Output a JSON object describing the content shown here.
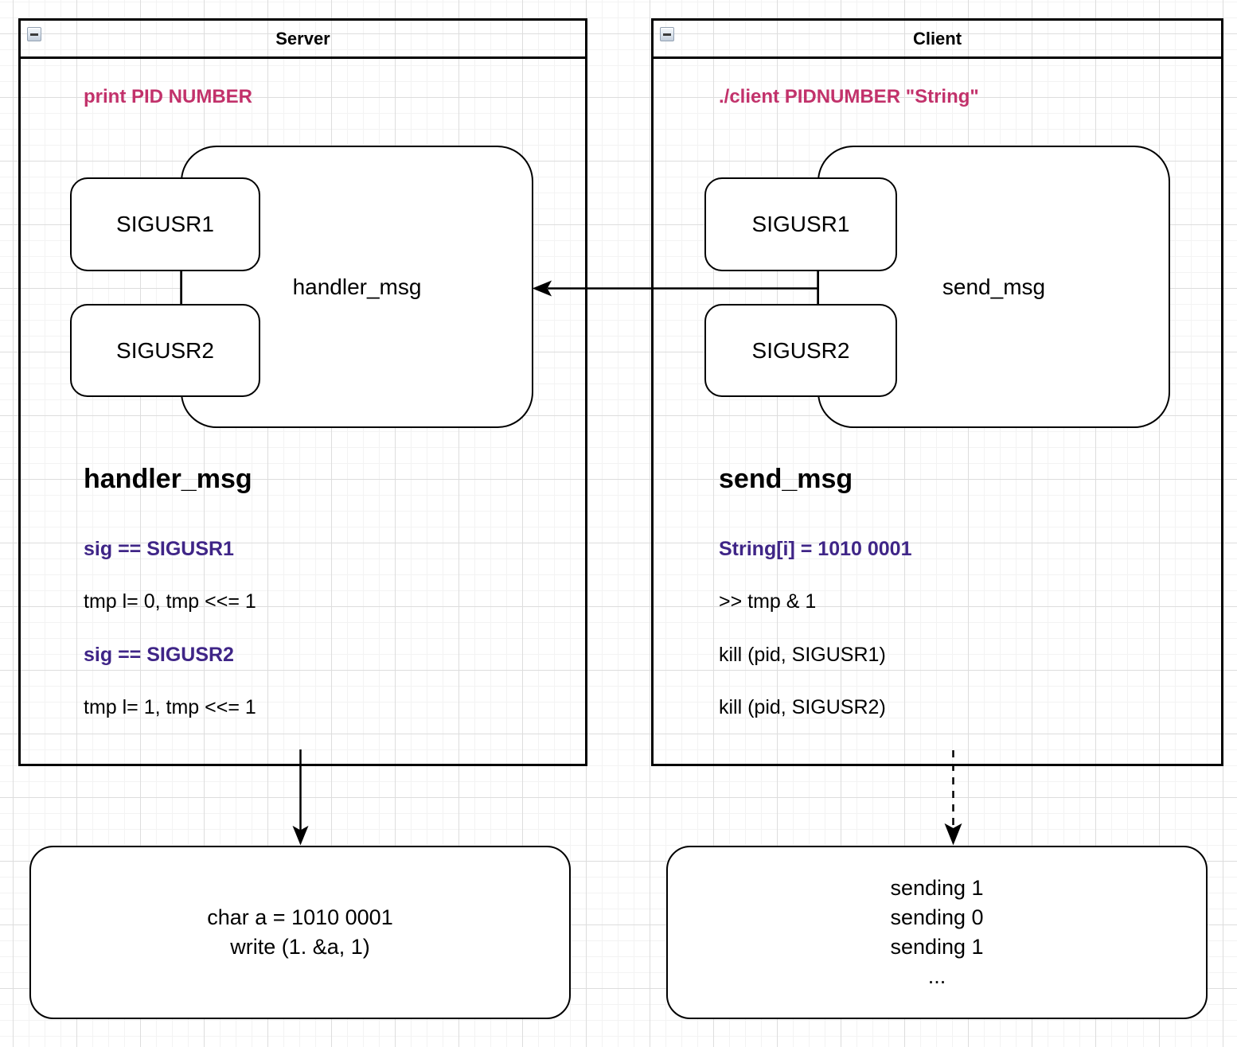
{
  "colors": {
    "accent_pink": "#C2326B",
    "accent_purple": "#3F2587",
    "stroke": "#000000",
    "grid_minor": "#F3F3F3",
    "grid_major": "#DDDDDD"
  },
  "icons": {
    "server_collapse": "collapse-minus-icon",
    "client_collapse": "collapse-minus-icon"
  },
  "server": {
    "title": "Server",
    "command": "print PID NUMBER",
    "process_label": "handler_msg",
    "signal1": "SIGUSR1",
    "signal2": "SIGUSR2",
    "heading": "handler_msg",
    "lines": [
      {
        "text": "sig == SIGUSR1",
        "emphasis": true
      },
      {
        "text": "tmp l= 0, tmp <<= 1",
        "emphasis": false
      },
      {
        "text": "sig == SIGUSR2",
        "emphasis": true
      },
      {
        "text": "tmp l= 1, tmp <<= 1",
        "emphasis": false
      }
    ],
    "output": [
      "char a = 1010 0001",
      "write (1. &a, 1)"
    ]
  },
  "client": {
    "title": "Client",
    "command": "./client PIDNUMBER \"String\"",
    "process_label": "send_msg",
    "signal1": "SIGUSR1",
    "signal2": "SIGUSR2",
    "heading": "send_msg",
    "lines": [
      {
        "text": "String[i] = 1010 0001",
        "emphasis": true
      },
      {
        "text": ">> tmp & 1",
        "emphasis": false
      },
      {
        "text": "kill (pid, SIGUSR1)",
        "emphasis": false
      },
      {
        "text": "kill (pid, SIGUSR2)",
        "emphasis": false
      }
    ],
    "output": [
      "sending 1",
      "sending 0",
      "sending 1",
      "..."
    ]
  }
}
